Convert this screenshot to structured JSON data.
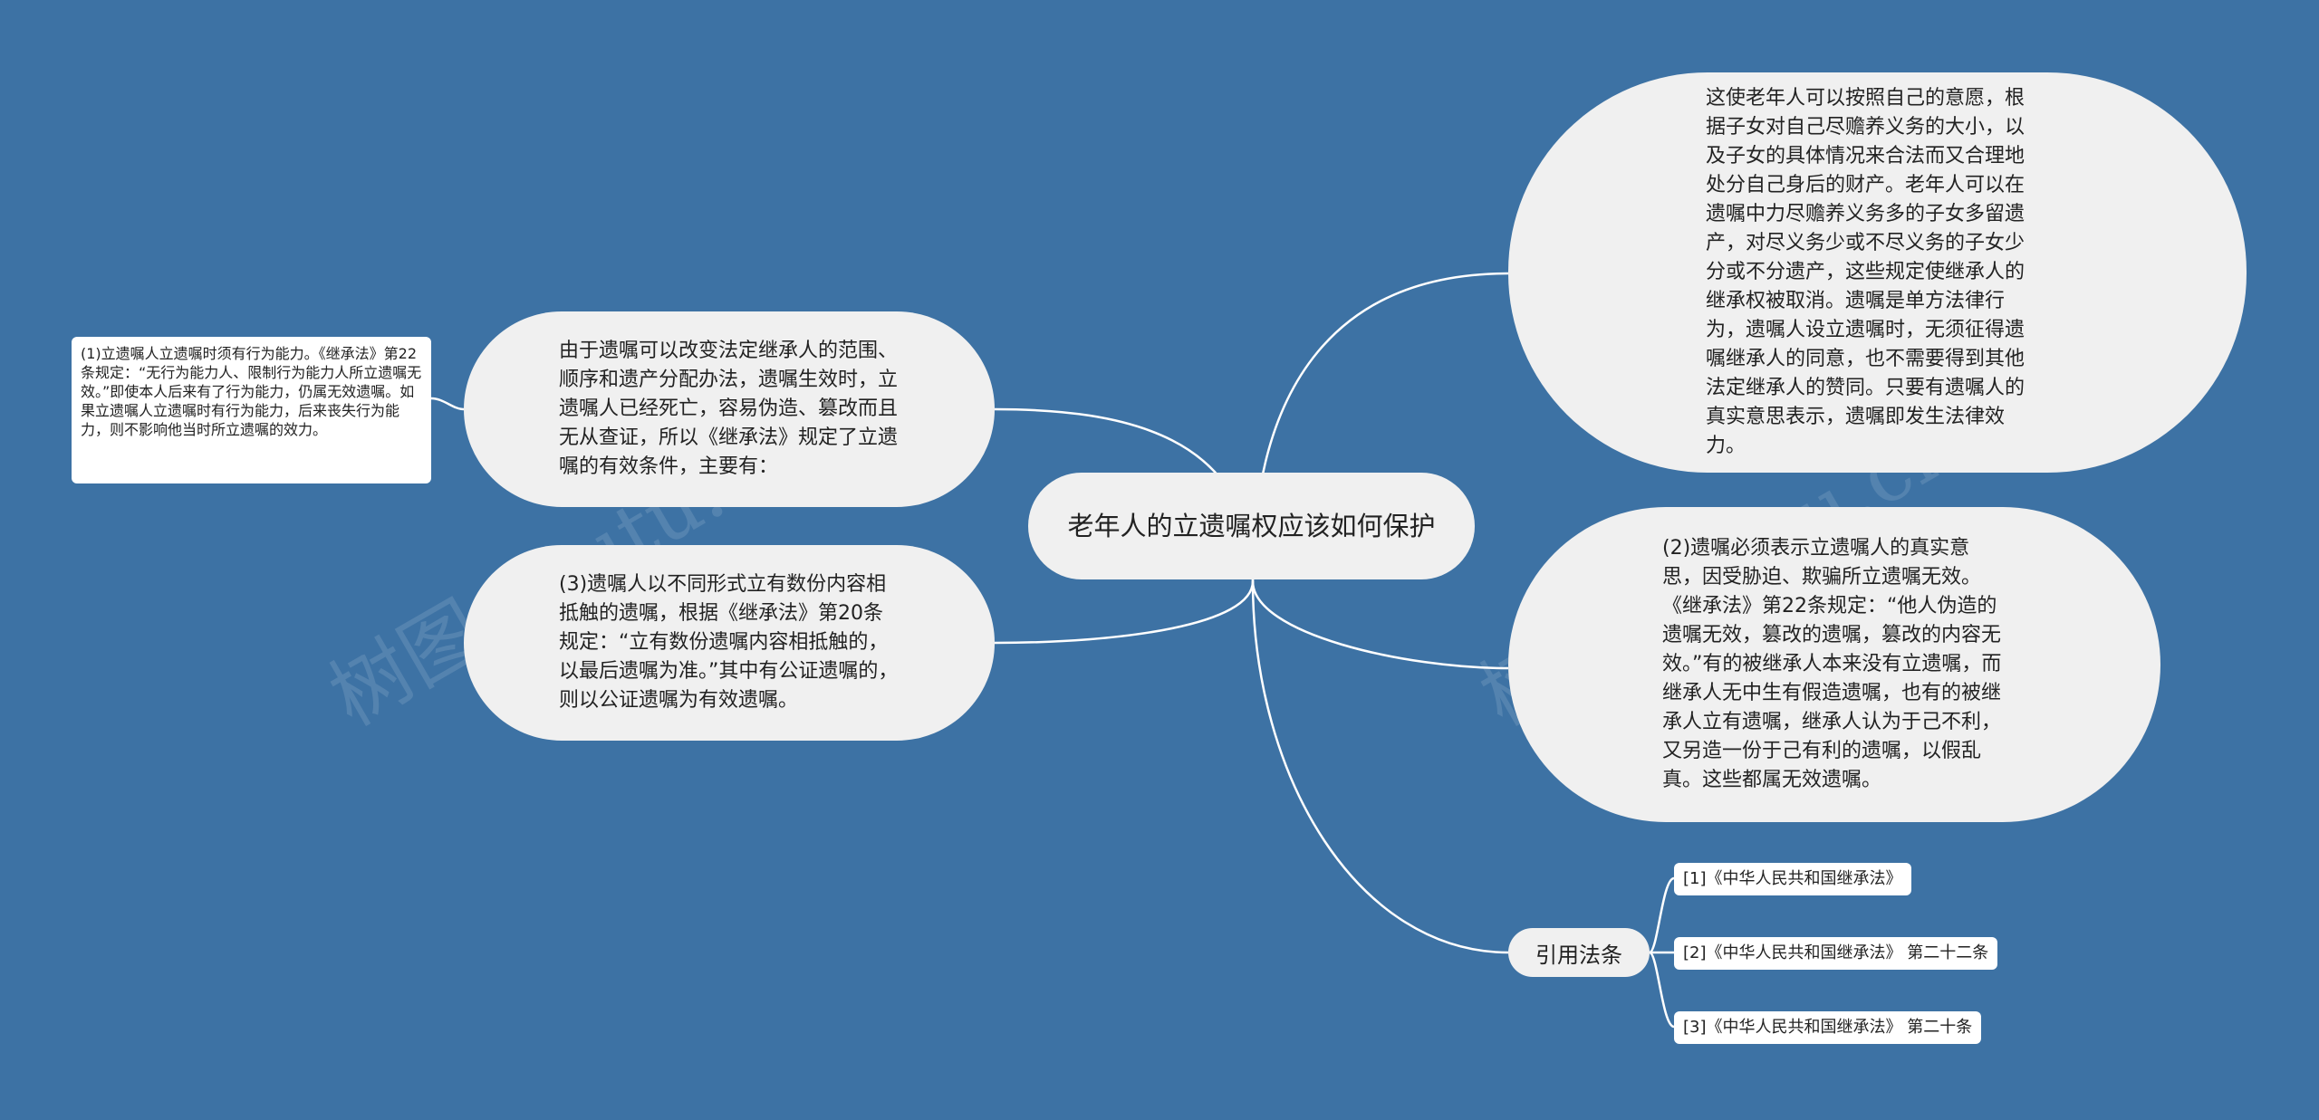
{
  "root": {
    "title": "老年人的立遗嘱权应该如何保护"
  },
  "branches": {
    "right_top": "这使老年人可以按照自己的意愿，根据子女对自己尽赡养义务的大小，以及子女的具体情况来合法而又合理地处分自己身后的财产。老年人可以在遗嘱中力尽赡养义务多的子女多留遗产，对尽义务少或不尽义务的子女少分或不分遗产，这些规定使继承人的继承权被取消。遗嘱是单方法律行为，遗嘱人设立遗嘱时，无须征得遗嘱继承人的同意，也不需要得到其他法定继承人的赞同。只要有遗嘱人的真实意思表示，遗嘱即发生法律效力。",
    "right_mid": "(2)遗嘱必须表示立遗嘱人的真实意思，因受胁迫、欺骗所立遗嘱无效。《继承法》第22条规定：“他人伪造的遗嘱无效，篡改的遗嘱，篡改的内容无效。”有的被继承人本来没有立遗嘱，而继承人无中生有假造遗嘱，也有的被继承人立有遗嘱，继承人认为于己不利，又另造一份于己有利的遗嘱，以假乱真。这些都属无效遗嘱。",
    "left_top": "由于遗嘱可以改变法定继承人的范围、顺序和遗产分配办法，遗嘱生效时，立遗嘱人已经死亡，容易伪造、篡改而且无从查证，所以《继承法》规定了立遗嘱的有效条件，主要有：",
    "left_bottom": "(3)遗嘱人以不同形式立有数份内容相抵触的遗嘱，根据《继承法》第20条规定：“立有数份遗嘱内容相抵触的，以最后遗嘱为准。”其中有公证遗嘱的，则以公证遗嘱为有效遗嘱。",
    "left_leaf": "(1)立遗嘱人立遗嘱时须有行为能力。《继承法》第22条规定：“无行为能力人、限制行为能力人所立遗嘱无效。”即使本人后来有了行为能力，仍属无效遗嘱。如果立遗嘱人立遗嘱时有行为能力，后来丧失行为能力，则不影响他当时所立遗嘱的效力。"
  },
  "citations": {
    "label": "引用法条",
    "items": [
      "[1]《中华人民共和国继承法》",
      "[2]《中华人民共和国继承法》 第二十二条",
      "[3]《中华人民共和国继承法》 第二十条"
    ]
  },
  "watermark": "树图 shutu.cn",
  "colors": {
    "background": "#3d72a4",
    "node": "#f0f0f0",
    "line": "#ffffff"
  }
}
